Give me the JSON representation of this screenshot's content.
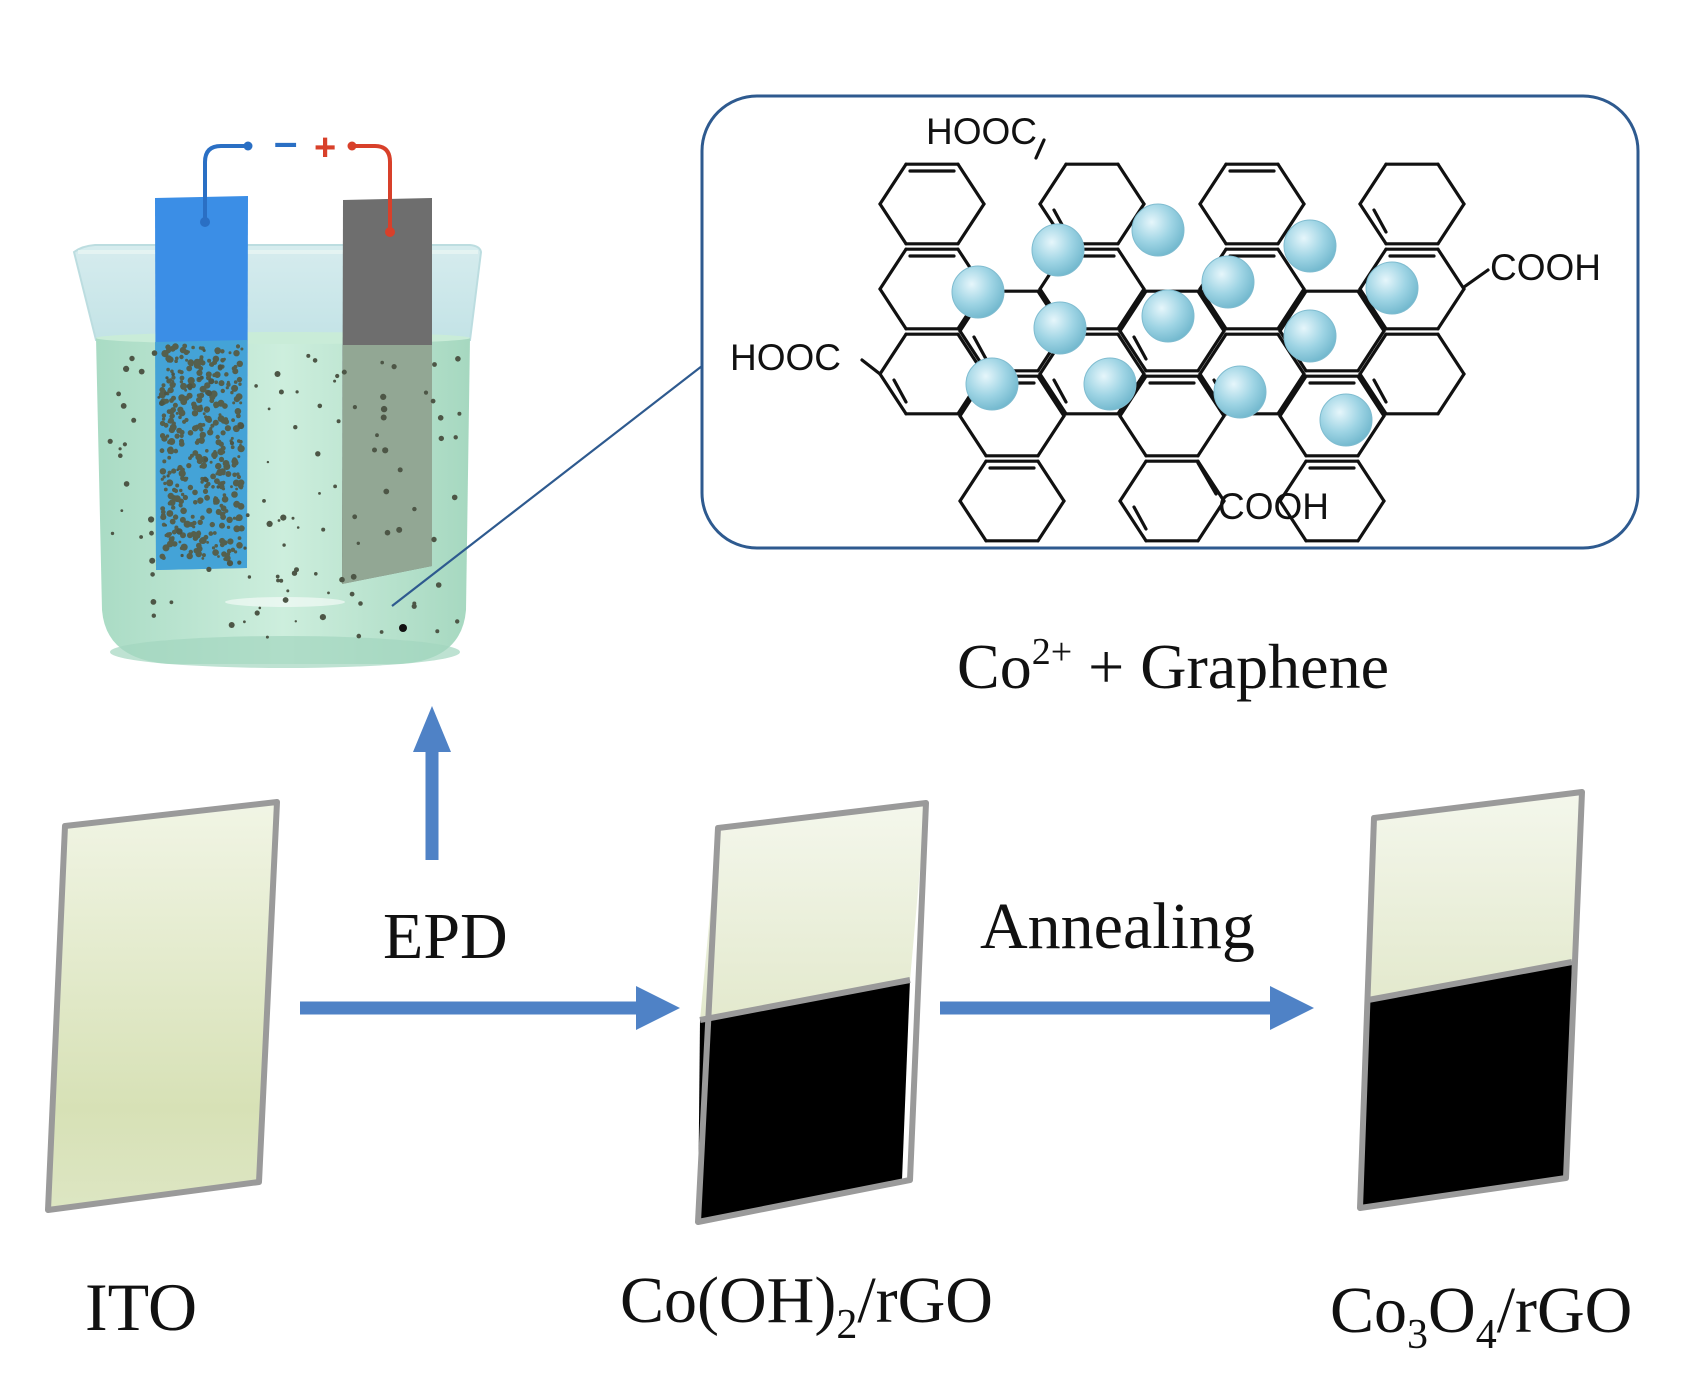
{
  "labels": {
    "graphene_caption_base": "Co",
    "graphene_caption_sup": "2+",
    "graphene_caption_rest": " + Graphene",
    "epd": "EPD",
    "annealing": "Annealing",
    "ito": "ITO",
    "coh_a": "Co(OH)",
    "coh_sub": "2",
    "coh_b": "/rGO",
    "co3o4_a": "Co",
    "co3o4_sub1": "3",
    "co3o4_b": "O",
    "co3o4_sub2": "4",
    "co3o4_c": "/rGO"
  },
  "cell": {
    "negative_sign": "–",
    "positive_sign": "+"
  },
  "graphene": {
    "groups": {
      "top": "HOOC",
      "right": "COOH",
      "left": "HOOC",
      "bottom": "COOH"
    }
  },
  "colors": {
    "arrow": "#4f82c6",
    "cathode": "#3b8ee6",
    "anode": "#6e6e6e",
    "solution": "#bfe6cf",
    "ito_glass": "#dfe6c4",
    "film": "#000000",
    "inset_border": "#2e5a8f",
    "ion": "#8cc8dc",
    "wire_negative": "#2a6fc4",
    "wire_positive": "#d8402a"
  }
}
